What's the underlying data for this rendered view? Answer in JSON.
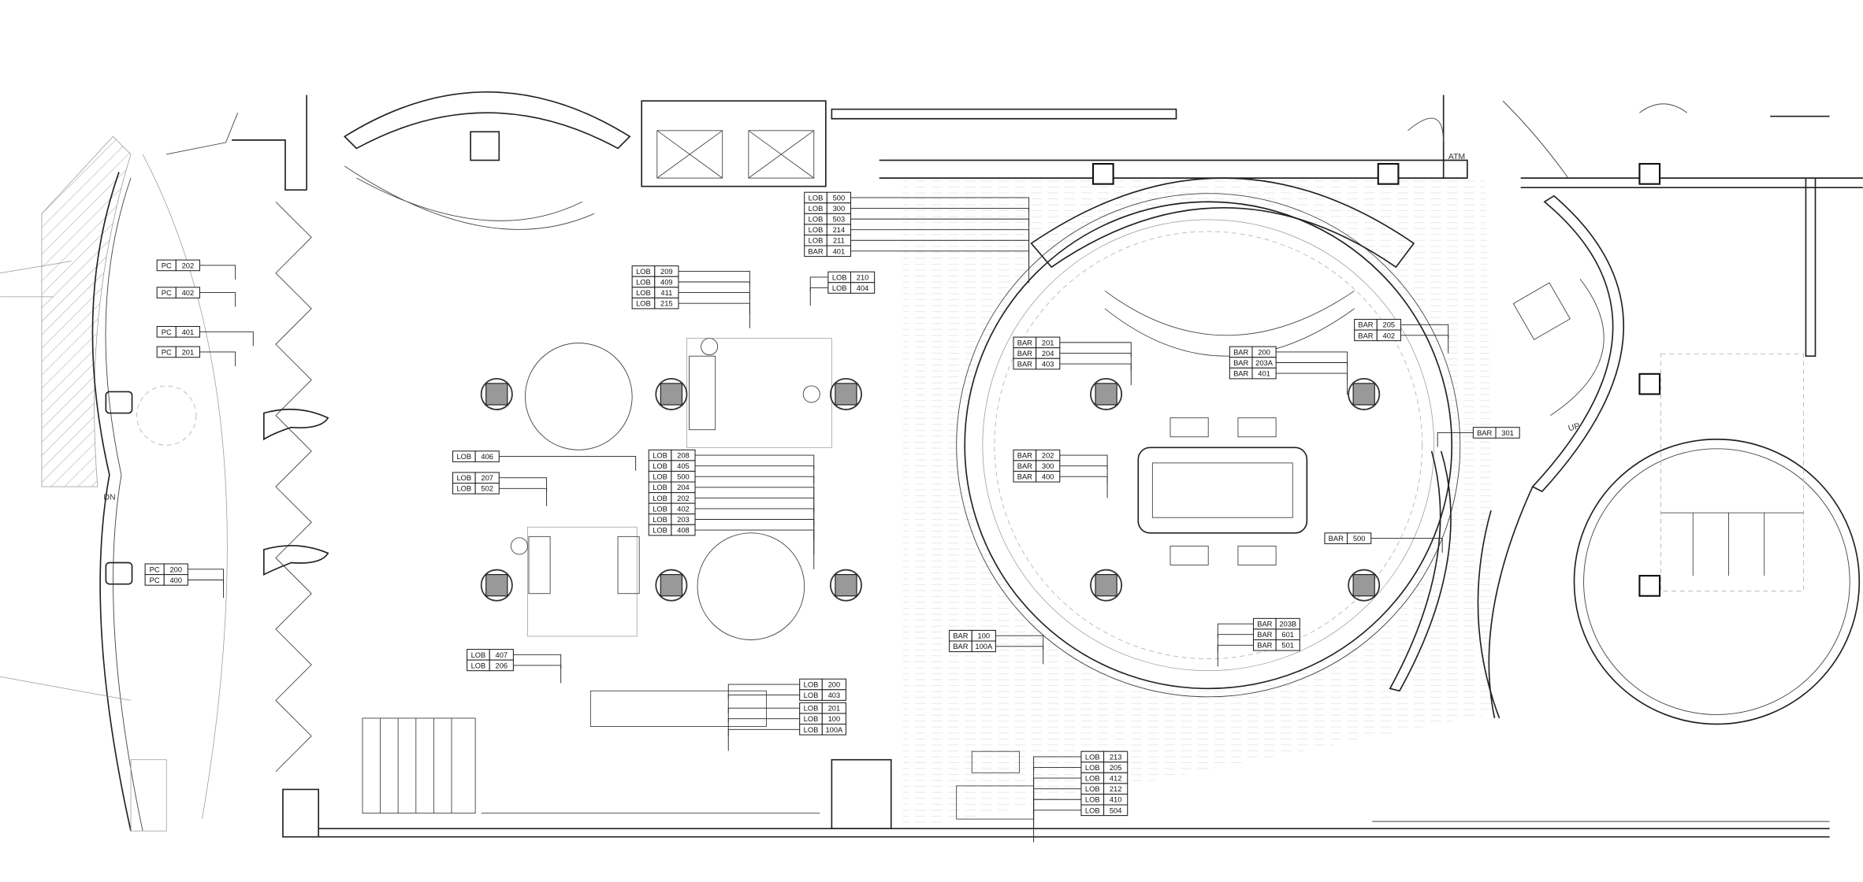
{
  "plan_labels": {
    "atm": "ATM",
    "dn": "DN",
    "up": "UP"
  },
  "tag_groups": [
    {
      "tags": [
        {
          "code": "PC",
          "num": "202"
        }
      ]
    },
    {
      "tags": [
        {
          "code": "PC",
          "num": "402"
        }
      ]
    },
    {
      "tags": [
        {
          "code": "PC",
          "num": "401"
        }
      ]
    },
    {
      "tags": [
        {
          "code": "PC",
          "num": "201"
        }
      ]
    },
    {
      "tags": [
        {
          "code": "PC",
          "num": "200"
        },
        {
          "code": "PC",
          "num": "400"
        }
      ]
    },
    {
      "tags": [
        {
          "code": "LOB",
          "num": "500"
        },
        {
          "code": "LOB",
          "num": "300"
        },
        {
          "code": "LOB",
          "num": "503"
        },
        {
          "code": "LOB",
          "num": "214"
        },
        {
          "code": "LOB",
          "num": "211"
        },
        {
          "code": "BAR",
          "num": "401"
        }
      ]
    },
    {
      "tags": [
        {
          "code": "LOB",
          "num": "209"
        },
        {
          "code": "LOB",
          "num": "409"
        },
        {
          "code": "LOB",
          "num": "411"
        },
        {
          "code": "LOB",
          "num": "215"
        }
      ]
    },
    {
      "tags": [
        {
          "code": "LOB",
          "num": "210"
        },
        {
          "code": "LOB",
          "num": "404"
        }
      ]
    },
    {
      "tags": [
        {
          "code": "LOB",
          "num": "406"
        }
      ]
    },
    {
      "tags": [
        {
          "code": "LOB",
          "num": "207"
        },
        {
          "code": "LOB",
          "num": "502"
        }
      ]
    },
    {
      "tags": [
        {
          "code": "LOB",
          "num": "208"
        },
        {
          "code": "LOB",
          "num": "405"
        },
        {
          "code": "LOB",
          "num": "500"
        },
        {
          "code": "LOB",
          "num": "204"
        },
        {
          "code": "LOB",
          "num": "202"
        },
        {
          "code": "LOB",
          "num": "402"
        },
        {
          "code": "LOB",
          "num": "203"
        },
        {
          "code": "LOB",
          "num": "408"
        }
      ]
    },
    {
      "tags": [
        {
          "code": "LOB",
          "num": "407"
        },
        {
          "code": "LOB",
          "num": "206"
        }
      ]
    },
    {
      "tags": [
        {
          "code": "LOB",
          "num": "200"
        },
        {
          "code": "LOB",
          "num": "403"
        }
      ]
    },
    {
      "tags": [
        {
          "code": "LOB",
          "num": "201"
        },
        {
          "code": "LOB",
          "num": "100"
        },
        {
          "code": "LOB",
          "num": "100A"
        }
      ]
    },
    {
      "tags": [
        {
          "code": "LOB",
          "num": "213"
        },
        {
          "code": "LOB",
          "num": "205"
        },
        {
          "code": "LOB",
          "num": "412"
        },
        {
          "code": "LOB",
          "num": "212"
        },
        {
          "code": "LOB",
          "num": "410"
        },
        {
          "code": "LOB",
          "num": "504"
        }
      ]
    },
    {
      "tags": [
        {
          "code": "BAR",
          "num": "201"
        },
        {
          "code": "BAR",
          "num": "204"
        },
        {
          "code": "BAR",
          "num": "403"
        }
      ]
    },
    {
      "tags": [
        {
          "code": "BAR",
          "num": "200"
        },
        {
          "code": "BAR",
          "num": "203A"
        },
        {
          "code": "BAR",
          "num": "401"
        }
      ]
    },
    {
      "tags": [
        {
          "code": "BAR",
          "num": "205"
        },
        {
          "code": "BAR",
          "num": "402"
        }
      ]
    },
    {
      "tags": [
        {
          "code": "BAR",
          "num": "301"
        }
      ]
    },
    {
      "tags": [
        {
          "code": "BAR",
          "num": "202"
        },
        {
          "code": "BAR",
          "num": "300"
        },
        {
          "code": "BAR",
          "num": "400"
        }
      ]
    },
    {
      "tags": [
        {
          "code": "BAR",
          "num": "500"
        }
      ]
    },
    {
      "tags": [
        {
          "code": "BAR",
          "num": "100"
        },
        {
          "code": "BAR",
          "num": "100A"
        }
      ]
    },
    {
      "tags": [
        {
          "code": "BAR",
          "num": "203B"
        },
        {
          "code": "BAR",
          "num": "601"
        },
        {
          "code": "BAR",
          "num": "501"
        }
      ]
    }
  ]
}
